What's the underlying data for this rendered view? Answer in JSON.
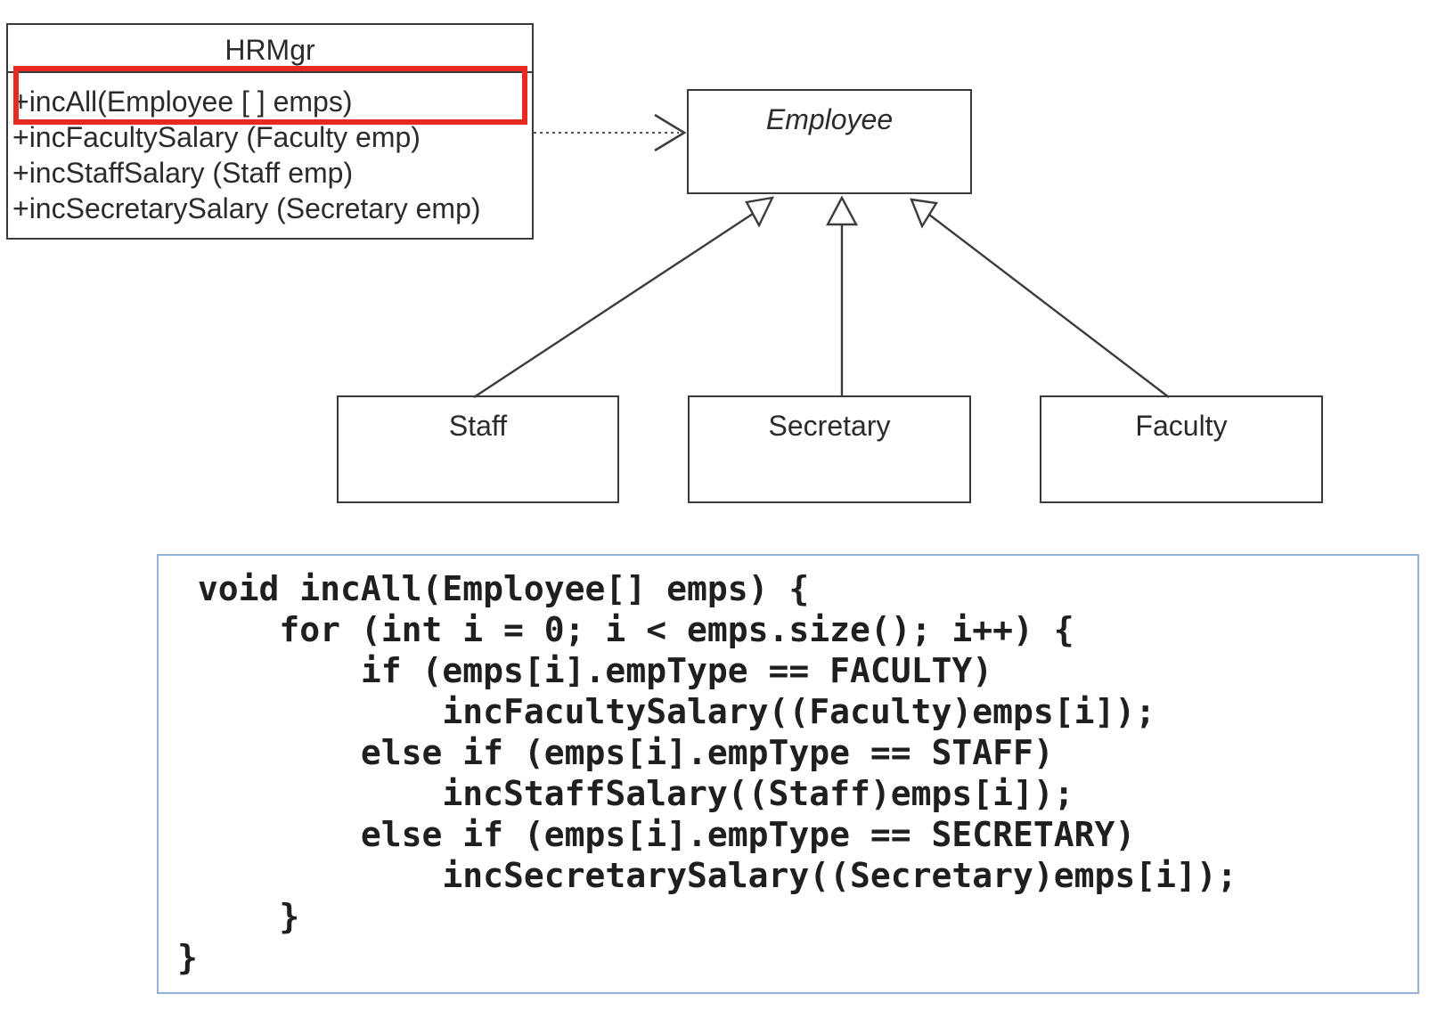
{
  "diagram": {
    "hrmgr": {
      "title": "HRMgr",
      "methods": [
        "+incAll(Employee [ ] emps)",
        "+incFacultySalary (Faculty emp)",
        "+incStaffSalary (Staff emp)",
        "+incSecretarySalary (Secretary emp)"
      ],
      "highlight_color": "#e8291f"
    },
    "classes": {
      "employee": "Employee",
      "staff": "Staff",
      "secretary": "Secretary",
      "faculty": "Faculty"
    },
    "relationships": {
      "dependency": "HRMgr ..> Employee",
      "generalizations": "Staff, Secretary, Faculty --|> Employee"
    }
  },
  "code": {
    "border_color": "#95b3d7",
    "lines": [
      " void incAll(Employee[] emps) {",
      "     for (int i = 0; i < emps.size(); i++) {",
      "         if (emps[i].empType == FACULTY)",
      "             incFacultySalary((Faculty)emps[i]);",
      "         else if (emps[i].empType == STAFF)",
      "             incStaffSalary((Staff)emps[i]);",
      "         else if (emps[i].empType == SECRETARY)",
      "             incSecretarySalary((Secretary)emps[i]);",
      "     }",
      "}"
    ]
  },
  "colors": {
    "box_border": "#3a3a3a",
    "text": "#2b2b2b"
  }
}
